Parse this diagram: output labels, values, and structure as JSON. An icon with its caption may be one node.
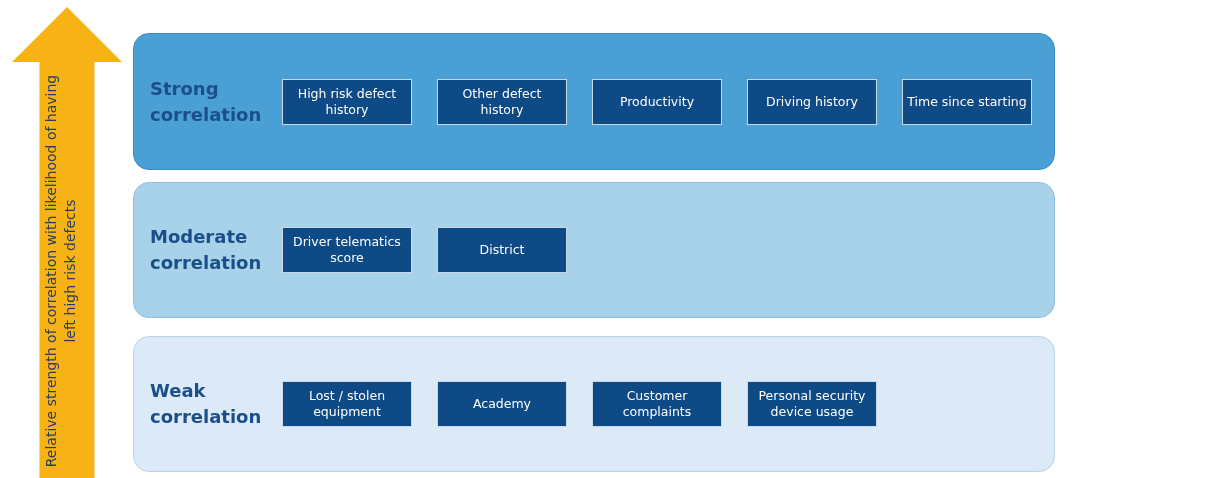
{
  "diagram": {
    "nodes": [
      {
        "text": [
          "Relative strength of correlation with likelihood of having left high risk defects"
        ]
      },
      {
        "text": [
          "Strong correlation"
        ]
      },
      {
        "text": [
          "High risk defect history"
        ],
        "in": 1
      },
      {
        "text": [
          "Other defect history"
        ],
        "in": 1
      },
      {
        "text": [
          "Productivity"
        ],
        "in": 1
      },
      {
        "text": [
          "Driving history"
        ],
        "in": 1
      },
      {
        "text": [
          "Time since starting"
        ],
        "in": 1
      },
      {
        "text": [
          "Moderate correlation"
        ]
      },
      {
        "text": [
          "Driver telematics score"
        ],
        "in": 7
      },
      {
        "text": [
          "District"
        ],
        "in": 7
      },
      {
        "text": [
          "Weak correlation"
        ]
      },
      {
        "text": [
          "Lost / stolen equipment"
        ],
        "in": 10
      },
      {
        "text": [
          "Academy"
        ],
        "in": 10
      },
      {
        "text": [
          "Customer complaints"
        ],
        "in": 10
      },
      {
        "text": [
          "Personal security device usage"
        ],
        "in": 10
      }
    ]
  }
}
